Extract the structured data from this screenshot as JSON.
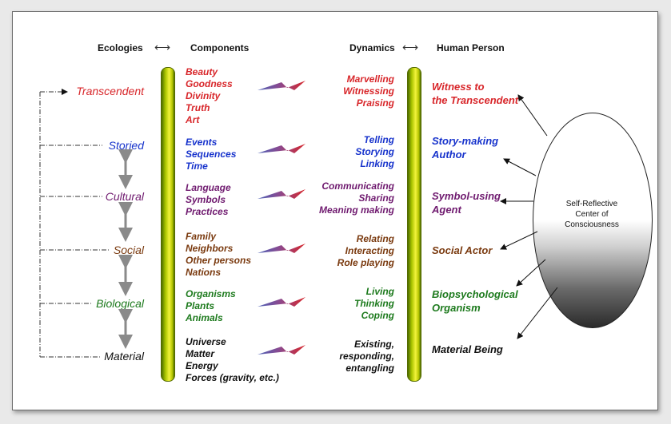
{
  "headers": {
    "ecologies": "Ecologies",
    "components": "Components",
    "dynamics": "Dynamics",
    "human_person": "Human Person",
    "link_arrow": "⟷"
  },
  "ecologies": [
    {
      "key": "transcendent",
      "label": "Transcendent",
      "color": "#d8262a"
    },
    {
      "key": "storied",
      "label": "Storied",
      "color": "#1733cc"
    },
    {
      "key": "cultural",
      "label": "Cultural",
      "color": "#6f1a6f"
    },
    {
      "key": "social",
      "label": "Social",
      "color": "#7a3a0f"
    },
    {
      "key": "biological",
      "label": "Biological",
      "color": "#1d7a1d"
    },
    {
      "key": "material",
      "label": "Material",
      "color": "#111111"
    }
  ],
  "components": {
    "transcendent": [
      "Beauty",
      "Goodness",
      "Divinity",
      "Truth",
      "Art"
    ],
    "storied": [
      "Events",
      "Sequences",
      "Time"
    ],
    "cultural": [
      "Language",
      "Symbols",
      "Practices"
    ],
    "social": [
      "Family",
      "Neighbors",
      "Other persons",
      "Nations"
    ],
    "biological": [
      "Organisms",
      "Plants",
      "Animals"
    ],
    "material": [
      "Universe",
      "Matter",
      "Energy",
      "Forces (gravity, etc.)"
    ]
  },
  "dynamics": {
    "transcendent": [
      "Marvelling",
      "Witnessing",
      "Praising"
    ],
    "storied": [
      "Telling",
      "Storying",
      "Linking"
    ],
    "cultural": [
      "Communicating",
      "Sharing",
      "Meaning making"
    ],
    "social": [
      "Relating",
      "Interacting",
      "Role playing"
    ],
    "biological": [
      "Living",
      "Thinking",
      "Coping"
    ],
    "material": [
      "Existing,",
      "responding,",
      "entangling"
    ]
  },
  "human_person": {
    "transcendent": [
      "Witness to",
      "the Transcendent"
    ],
    "storied": [
      "Story-making",
      "Author"
    ],
    "cultural": [
      "Symbol-using",
      "Agent"
    ],
    "social": [
      "Social Actor"
    ],
    "biological": [
      "Biopsychological",
      "Organism"
    ],
    "material": [
      "Material Being"
    ]
  },
  "center": [
    "Self-Reflective",
    "Center of",
    "Consciousness"
  ],
  "colors": {
    "bar_green": "#a9c400",
    "bar_yellow": "#f2f23a",
    "bolt_red": "#d8262a",
    "bolt_blue": "#4a62b8"
  }
}
